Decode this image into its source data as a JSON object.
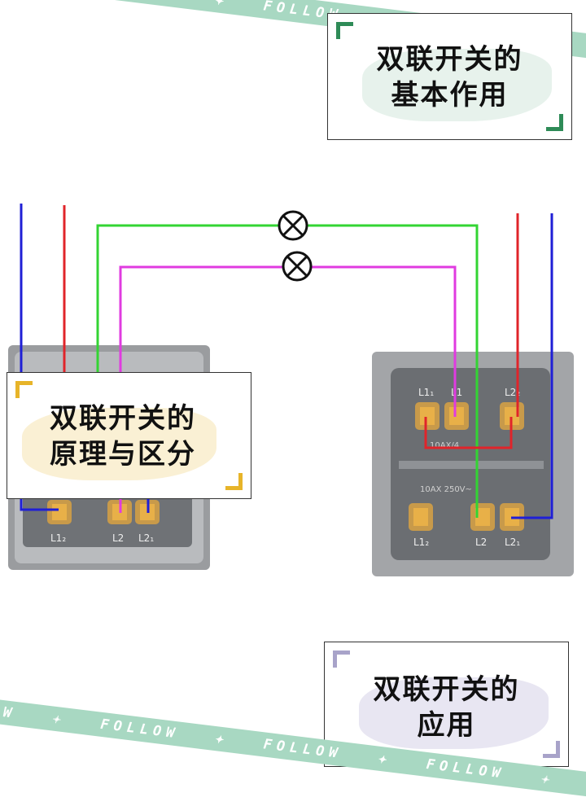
{
  "banner": {
    "repeat_text": "FOLLOW",
    "separator": "✦",
    "color": "#a8d8c2"
  },
  "cards": {
    "top": {
      "line1": "双联开关的",
      "line2": "基本作用",
      "accent": "#2e8b57"
    },
    "middle": {
      "line1": "双联开关的",
      "line2": "原理与区分",
      "accent": "#e7b429"
    },
    "bottom": {
      "line1": "双联开关的",
      "line2": "应用",
      "accent": "#a8a3c9"
    }
  },
  "diagram": {
    "wire_colors": {
      "neutral": "#1f1fd6",
      "live": "#e0242a",
      "lamp1": "#33d433",
      "lamp2": "#e03be0"
    },
    "left_switch": {
      "terminals": [
        "L1₂",
        "L2",
        "L2₁"
      ]
    },
    "right_switch": {
      "top_terminals": [
        "L1₁",
        "L1",
        "L2₂"
      ],
      "bottom_terminals": [
        "L1₂",
        "L2",
        "L2₁"
      ],
      "marking_upper": "10AX/4",
      "marking_lower": "10AX 250V~"
    }
  }
}
